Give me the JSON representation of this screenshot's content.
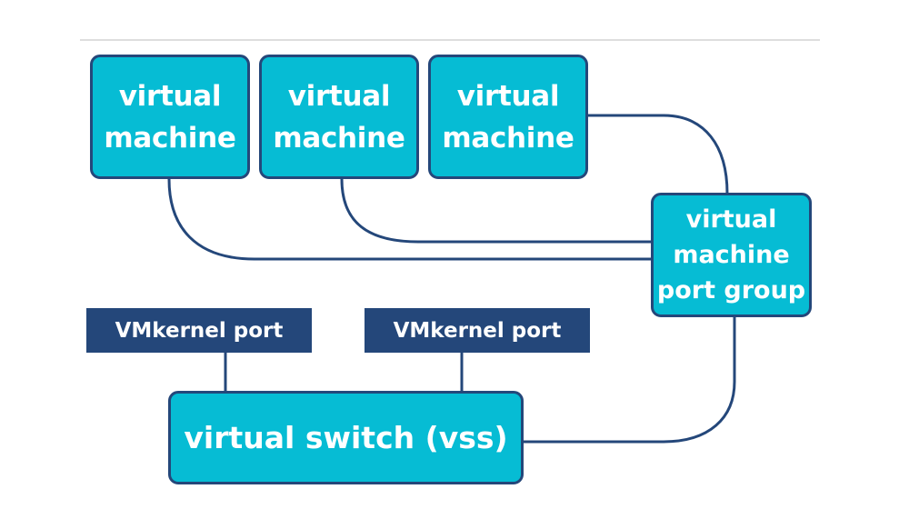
{
  "colors": {
    "node_fill": "#06bcd4",
    "node_border": "#24477a",
    "vmkernel_fill": "#24477a",
    "connector": "#24477a",
    "divider": "#d4d4d4"
  },
  "virtual_machines": [
    {
      "line1": "virtual",
      "line2": "machine"
    },
    {
      "line1": "virtual",
      "line2": "machine"
    },
    {
      "line1": "virtual",
      "line2": "machine"
    }
  ],
  "port_group": {
    "line1": "virtual",
    "line2": "machine",
    "line3": "port group"
  },
  "vmkernel_ports": [
    {
      "label": "VMkernel port"
    },
    {
      "label": "VMkernel port"
    }
  ],
  "virtual_switch": {
    "label": "virtual switch (vss)"
  }
}
